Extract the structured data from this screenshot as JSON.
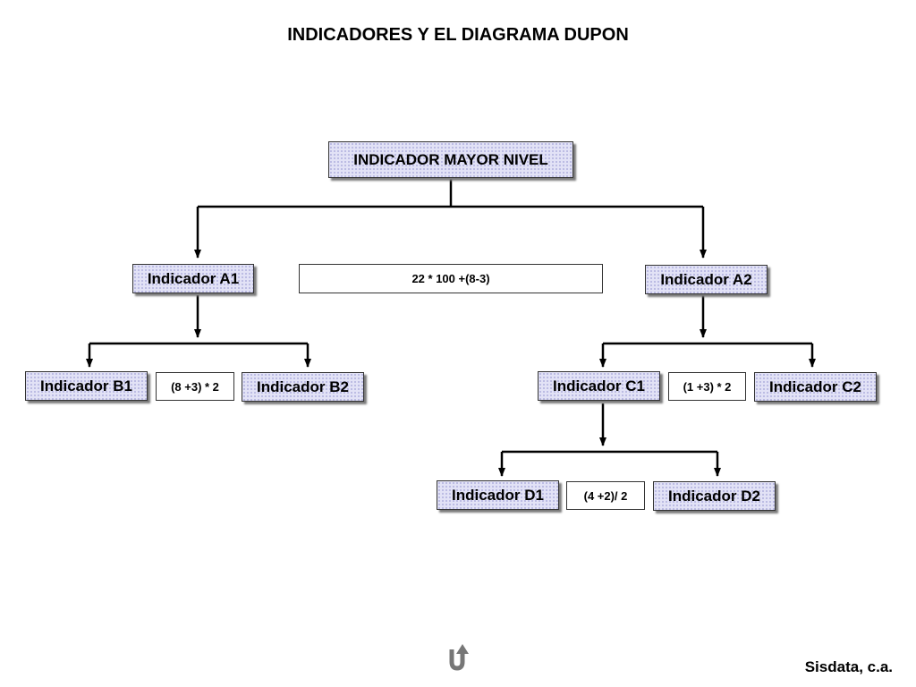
{
  "title": "INDICADORES Y EL DIAGRAMA DUPON",
  "nodes": {
    "top": "INDICADOR MAYOR NIVEL",
    "a1": "Indicador A1",
    "a2": "Indicador A2",
    "b1": "Indicador B1",
    "b2": "Indicador B2",
    "c1": "Indicador C1",
    "c2": "Indicador C2",
    "d1": "Indicador D1",
    "d2": "Indicador D2"
  },
  "formulas": {
    "top": "22 * 100 +(8-3)",
    "b": "(8 +3) * 2",
    "c": "(1 +3) * 2",
    "d": "(4 +2)/ 2"
  },
  "icons": {
    "back": "return-arrow-icon"
  },
  "colors": {
    "node_fill": "#e2e2f6",
    "node_dots": "#b9b9e2"
  },
  "footer": "Sisdata, c.a."
}
